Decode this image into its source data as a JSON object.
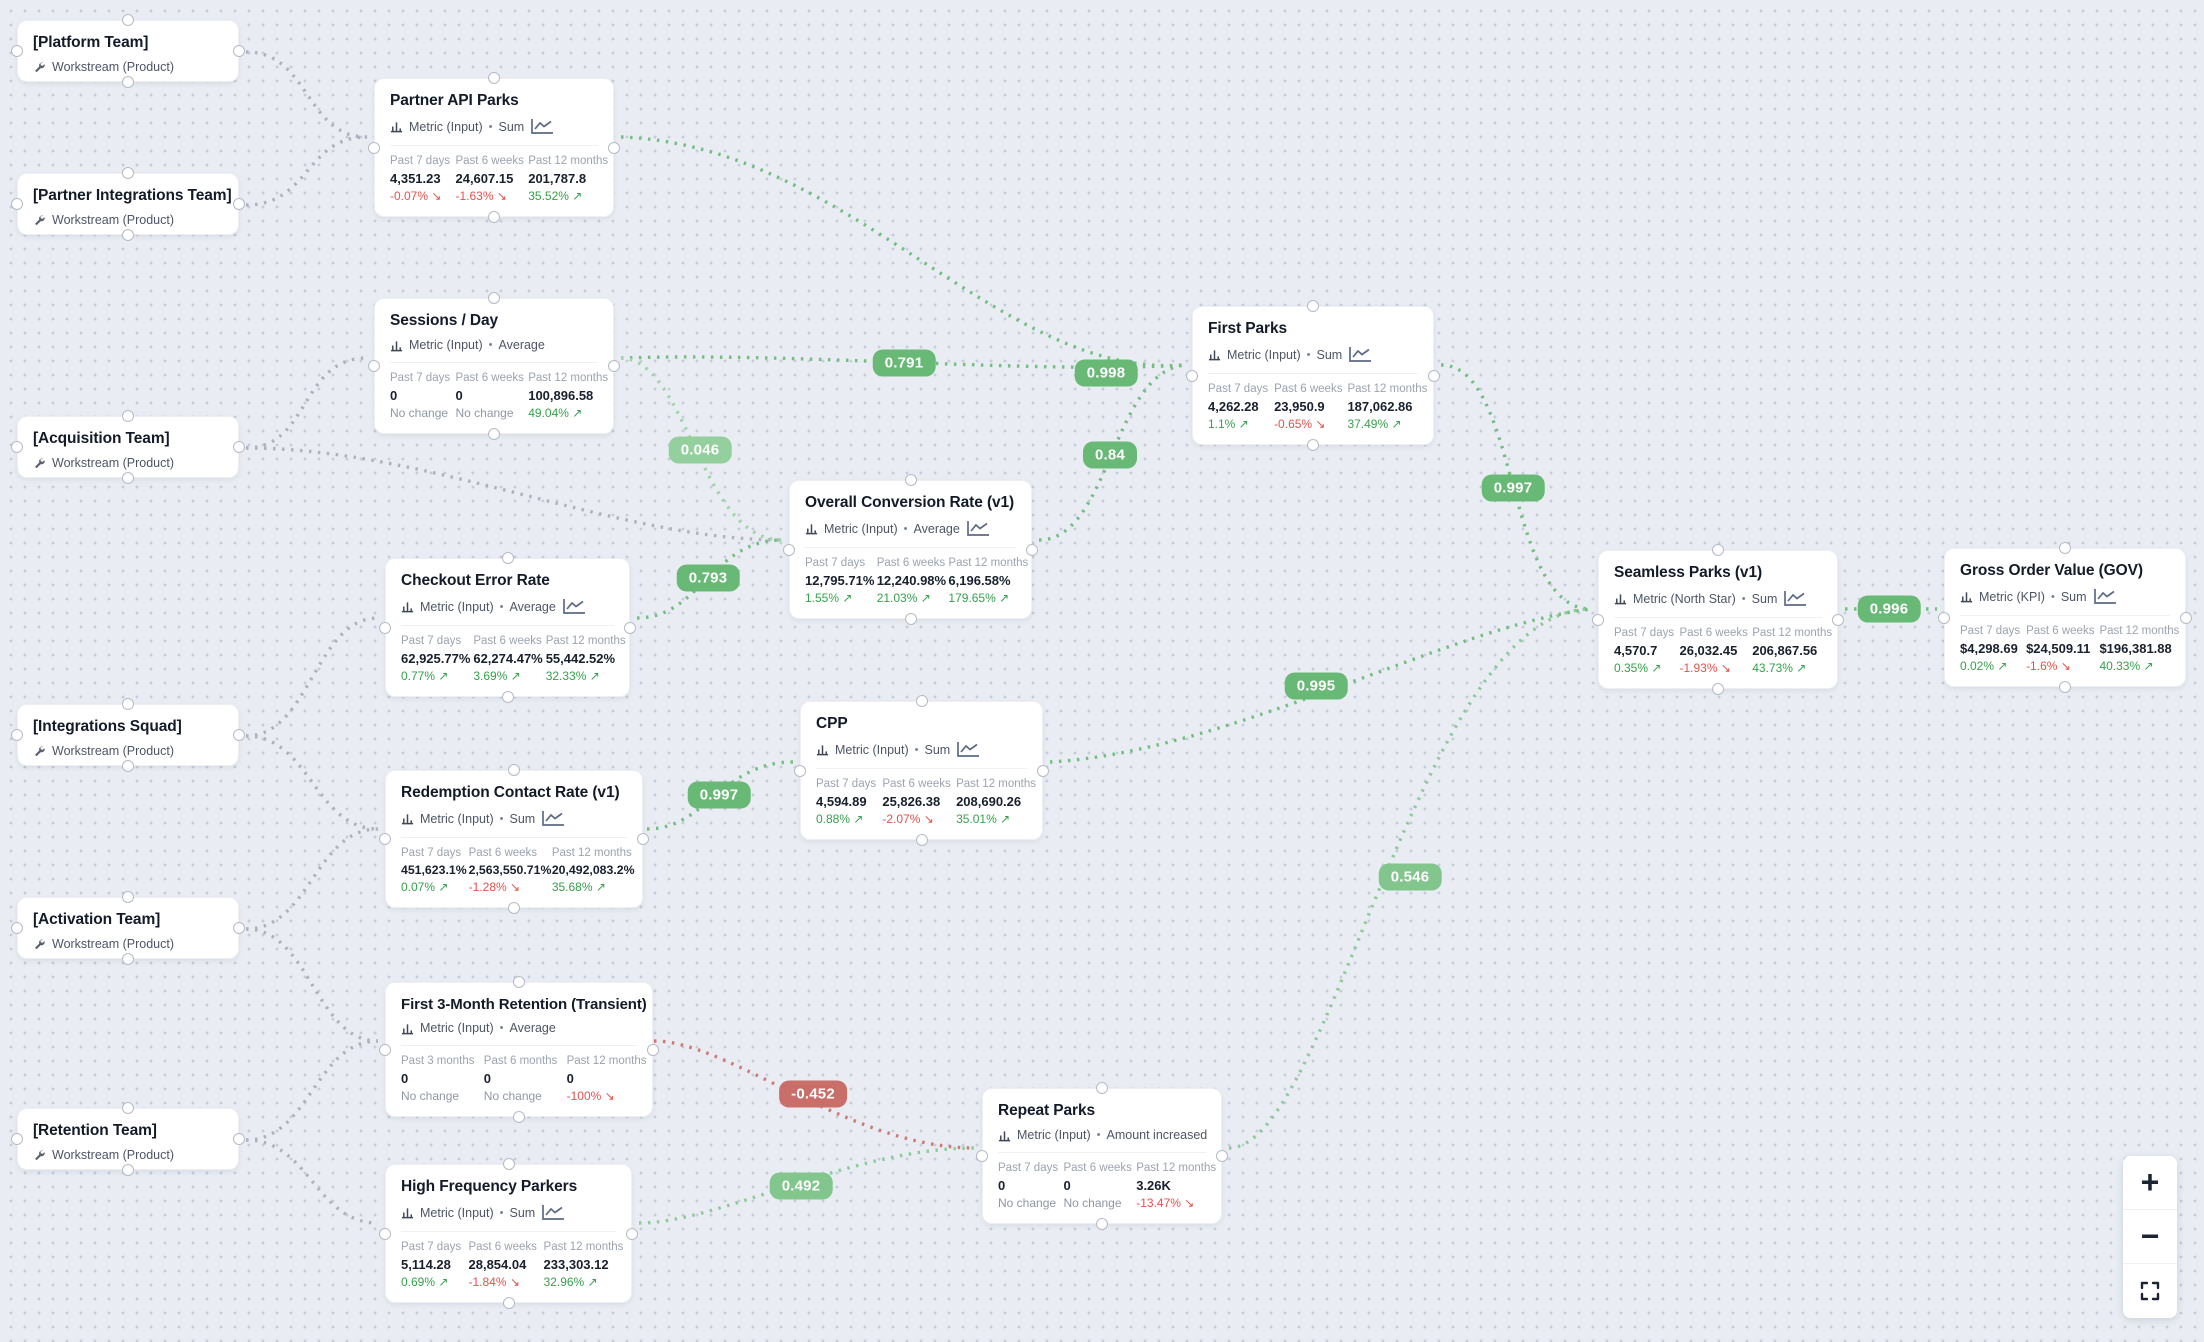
{
  "ui": {
    "separator": "•"
  },
  "teams": [
    {
      "name": "[Platform Team]",
      "subtitle": "Workstream (Product)"
    },
    {
      "name": "[Partner Integrations Team]",
      "subtitle": "Workstream (Product)"
    },
    {
      "name": "[Acquisition Team]",
      "subtitle": "Workstream (Product)"
    },
    {
      "name": "[Integrations Squad]",
      "subtitle": "Workstream (Product)"
    },
    {
      "name": "[Activation Team]",
      "subtitle": "Workstream (Product)"
    },
    {
      "name": "[Retention Team]",
      "subtitle": "Workstream (Product)"
    }
  ],
  "metrics": [
    {
      "title": "Partner API Parks",
      "type_label": "Metric (Input)",
      "agg": "Sum",
      "periods": [
        {
          "label": "Past 7 days",
          "value": "4,351.23",
          "change": "-0.07% ↘"
        },
        {
          "label": "Past 6 weeks",
          "value": "24,607.15",
          "change": "-1.63% ↘"
        },
        {
          "label": "Past 12 months",
          "value": "201,787.8",
          "change": "35.52% ↗"
        }
      ]
    },
    {
      "title": "Sessions / Day",
      "type_label": "Metric (Input)",
      "agg": "Average",
      "periods": [
        {
          "label": "Past 7 days",
          "value": "0",
          "change": "No change"
        },
        {
          "label": "Past 6 weeks",
          "value": "0",
          "change": "No change"
        },
        {
          "label": "Past 12 months",
          "value": "100,896.58",
          "change": "49.04% ↗"
        }
      ]
    },
    {
      "title": "Checkout Error Rate",
      "type_label": "Metric (Input)",
      "agg": "Average",
      "periods": [
        {
          "label": "Past 7 days",
          "value": "62,925.77%",
          "change": "0.77% ↗"
        },
        {
          "label": "Past 6 weeks",
          "value": "62,274.47%",
          "change": "3.69% ↗"
        },
        {
          "label": "Past 12 months",
          "value": "55,442.52%",
          "change": "32.33% ↗"
        }
      ]
    },
    {
      "title": "Overall Conversion Rate (v1)",
      "type_label": "Metric (Input)",
      "agg": "Average",
      "periods": [
        {
          "label": "Past 7 days",
          "value": "12,795.71%",
          "change": "1.55% ↗"
        },
        {
          "label": "Past 6 weeks",
          "value": "12,240.98%",
          "change": "21.03% ↗"
        },
        {
          "label": "Past 12 months",
          "value": "6,196.58%",
          "change": "179.65% ↗"
        }
      ]
    },
    {
      "title": "First Parks",
      "type_label": "Metric (Input)",
      "agg": "Sum",
      "periods": [
        {
          "label": "Past 7 days",
          "value": "4,262.28",
          "change": "1.1% ↗"
        },
        {
          "label": "Past 6 weeks",
          "value": "23,950.9",
          "change": "-0.65% ↘"
        },
        {
          "label": "Past 12 months",
          "value": "187,062.86",
          "change": "37.49% ↗"
        }
      ]
    },
    {
      "title": "CPP",
      "type_label": "Metric (Input)",
      "agg": "Sum",
      "periods": [
        {
          "label": "Past 7 days",
          "value": "4,594.89",
          "change": "0.88% ↗"
        },
        {
          "label": "Past 6 weeks",
          "value": "25,826.38",
          "change": "-2.07% ↘"
        },
        {
          "label": "Past 12 months",
          "value": "208,690.26",
          "change": "35.01% ↗"
        }
      ]
    },
    {
      "title": "Redemption Contact Rate (v1)",
      "type_label": "Metric (Input)",
      "agg": "Sum",
      "periods": [
        {
          "label": "Past 7 days",
          "value": "451,623.1%",
          "change": "0.07% ↗"
        },
        {
          "label": "Past 6 weeks",
          "value": "2,563,550.71%",
          "change": "-1.28% ↘"
        },
        {
          "label": "Past 12 months",
          "value": "20,492,083.2%",
          "change": "35.68% ↗"
        }
      ]
    },
    {
      "title": "First 3-Month Retention (Transient)",
      "type_label": "Metric (Input)",
      "agg": "Average",
      "periods": [
        {
          "label": "Past 3 months",
          "value": "0",
          "change": "No change"
        },
        {
          "label": "Past 6 months",
          "value": "0",
          "change": "No change"
        },
        {
          "label": "Past 12 months",
          "value": "0",
          "change": "-100% ↘"
        }
      ]
    },
    {
      "title": "High Frequency Parkers",
      "type_label": "Metric (Input)",
      "agg": "Sum",
      "periods": [
        {
          "label": "Past 7 days",
          "value": "5,114.28",
          "change": "0.69% ↗"
        },
        {
          "label": "Past 6 weeks",
          "value": "28,854.04",
          "change": "-1.84% ↘"
        },
        {
          "label": "Past 12 months",
          "value": "233,303.12",
          "change": "32.96% ↗"
        }
      ]
    },
    {
      "title": "Repeat Parks",
      "type_label": "Metric (Input)",
      "agg": "Amount increased",
      "periods": [
        {
          "label": "Past 7 days",
          "value": "0",
          "change": "No change"
        },
        {
          "label": "Past 6 weeks",
          "value": "0",
          "change": "No change"
        },
        {
          "label": "Past 12 months",
          "value": "3.26K",
          "change": "-13.47% ↘"
        }
      ]
    },
    {
      "title": "Seamless Parks (v1)",
      "type_label": "Metric (North Star)",
      "agg": "Sum",
      "periods": [
        {
          "label": "Past 7 days",
          "value": "4,570.7",
          "change": "0.35% ↗"
        },
        {
          "label": "Past 6 weeks",
          "value": "26,032.45",
          "change": "-1.93% ↘"
        },
        {
          "label": "Past 12 months",
          "value": "206,867.56",
          "change": "43.73% ↗"
        }
      ]
    },
    {
      "title": "Gross Order Value (GOV)",
      "type_label": "Metric (KPI)",
      "agg": "Sum",
      "periods": [
        {
          "label": "Past 7 days",
          "value": "$4,298.69",
          "change": "0.02% ↗"
        },
        {
          "label": "Past 6 weeks",
          "value": "$24,509.11",
          "change": "-1.6% ↘"
        },
        {
          "label": "Past 12 months",
          "value": "$196,381.88",
          "change": "40.33% ↗"
        }
      ]
    }
  ],
  "edges": [
    {
      "from": "Sessions / Day",
      "to": "First Parks",
      "r": "0.791"
    },
    {
      "from": "Partner API Parks",
      "to": "First Parks",
      "r": "0.998"
    },
    {
      "from": "Sessions / Day",
      "to": "Overall Conversion Rate (v1)",
      "r": "0.046"
    },
    {
      "from": "Overall Conversion Rate (v1)",
      "to": "First Parks",
      "r": "0.84"
    },
    {
      "from": "Checkout Error Rate",
      "to": "Overall Conversion Rate (v1)",
      "r": "0.793"
    },
    {
      "from": "First Parks",
      "to": "Seamless Parks (v1)",
      "r": "0.997"
    },
    {
      "from": "CPP",
      "to": "Seamless Parks (v1)",
      "r": "0.995"
    },
    {
      "from": "Redemption Contact Rate (v1)",
      "to": "CPP",
      "r": "0.997"
    },
    {
      "from": "Repeat Parks",
      "to": "Seamless Parks (v1)",
      "r": "0.546"
    },
    {
      "from": "First 3-Month Retention (Transient)",
      "to": "Repeat Parks",
      "r": "-0.452"
    },
    {
      "from": "High Frequency Parkers",
      "to": "Repeat Parks",
      "r": "0.492"
    },
    {
      "from": "Seamless Parks (v1)",
      "to": "Gross Order Value (GOV)",
      "r": "0.996"
    }
  ],
  "team_links": [
    {
      "from": "[Platform Team]",
      "to": "Partner API Parks"
    },
    {
      "from": "[Partner Integrations Team]",
      "to": "Partner API Parks"
    },
    {
      "from": "[Acquisition Team]",
      "to": "Sessions / Day"
    },
    {
      "from": "[Acquisition Team]",
      "to": "Overall Conversion Rate (v1)"
    },
    {
      "from": "[Integrations Squad]",
      "to": "Checkout Error Rate"
    },
    {
      "from": "[Integrations Squad]",
      "to": "Redemption Contact Rate (v1)"
    },
    {
      "from": "[Activation Team]",
      "to": "Redemption Contact Rate (v1)"
    },
    {
      "from": "[Activation Team]",
      "to": "First 3-Month Retention (Transient)"
    },
    {
      "from": "[Retention Team]",
      "to": "First 3-Month Retention (Transient)"
    },
    {
      "from": "[Retention Team]",
      "to": "High Frequency Parkers"
    }
  ],
  "controls": {
    "zoom_in": "+",
    "zoom_out": "−"
  }
}
